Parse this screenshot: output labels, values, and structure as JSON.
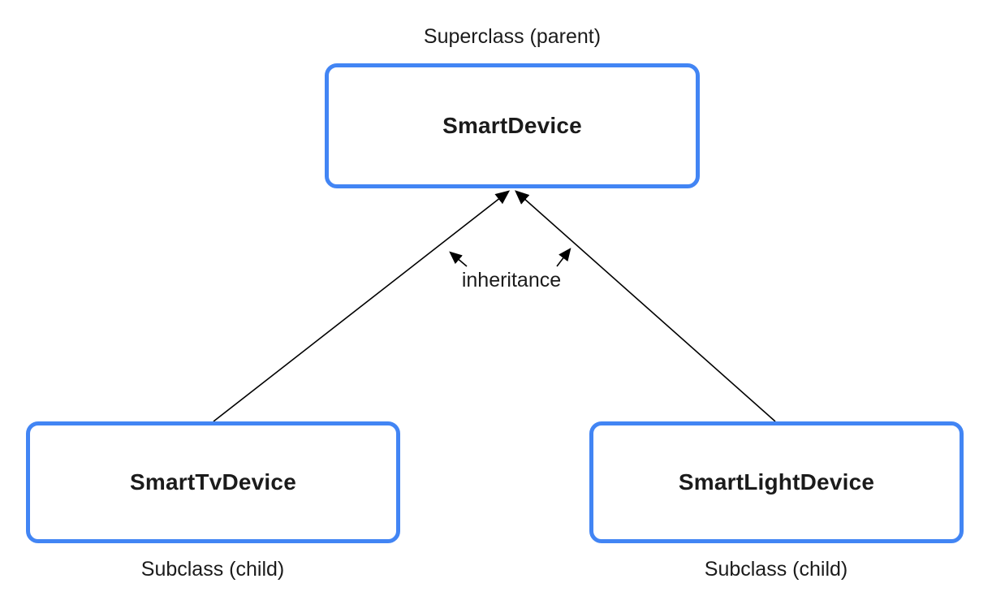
{
  "diagram": {
    "type": "class-inheritance-diagram",
    "superclass": {
      "role_label": "Superclass (parent)",
      "class_name": "SmartDevice"
    },
    "subclasses": [
      {
        "role_label": "Subclass (child)",
        "class_name": "SmartTvDevice"
      },
      {
        "role_label": "Subclass (child)",
        "class_name": "SmartLightDevice"
      }
    ],
    "edge_label": "inheritance"
  },
  "colors": {
    "box_border": "#4285F4",
    "box_fill": "#FFFFFF",
    "arrow_line": "#000000",
    "text": "#1B1B1B",
    "background": "#FFFFFF"
  }
}
